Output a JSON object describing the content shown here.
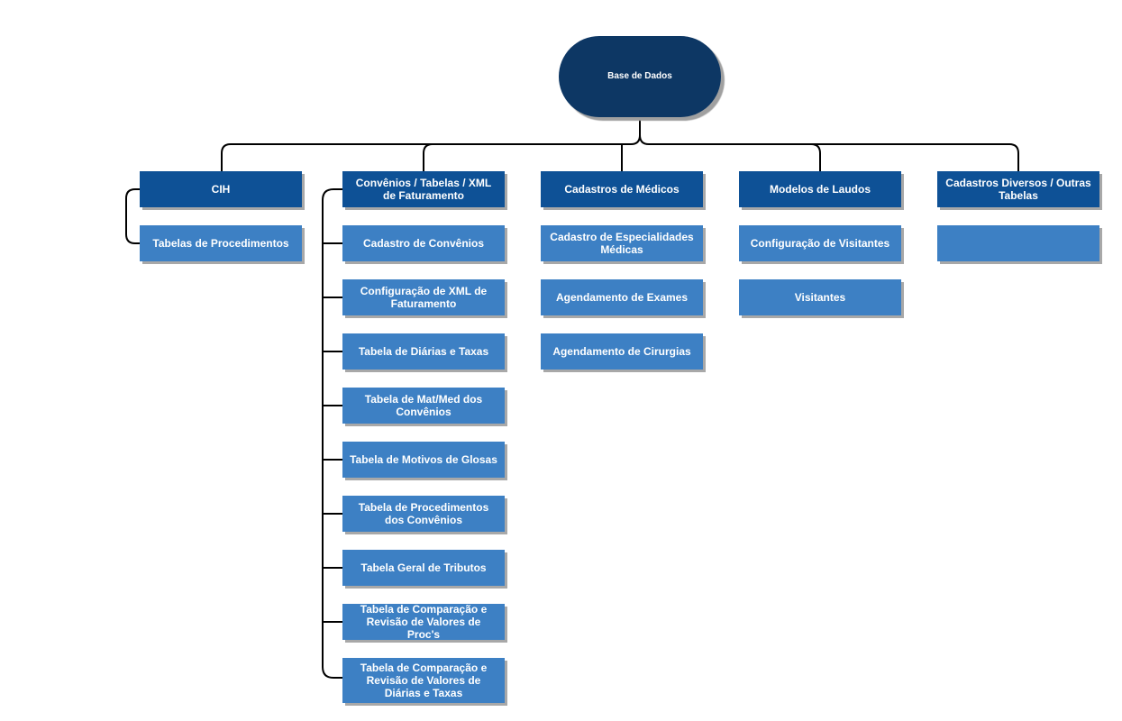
{
  "root": {
    "label": "Base de Dados"
  },
  "columns": [
    {
      "category": "CIH",
      "items": [
        "Tabelas de Procedimentos"
      ]
    },
    {
      "category": "Convênios / Tabelas / XML de Faturamento",
      "items": [
        "Cadastro de Convênios",
        "Configuração de XML de Faturamento",
        "Tabela de Diárias e Taxas",
        "Tabela de Mat/Med dos Convênios",
        "Tabela de Motivos de Glosas",
        "Tabela de Procedimentos dos Convênios",
        "Tabela Geral de Tributos",
        "Tabela de Comparação e Revisão de Valores de Proc's",
        "Tabela de Comparação e Revisão de Valores de Diárias e Taxas"
      ]
    },
    {
      "category": "Cadastros de Médicos",
      "items": [
        "Cadastro de Especialidades Médicas",
        "Agendamento de Exames",
        "Agendamento de Cirurgias"
      ]
    },
    {
      "category": "Modelos de Laudos",
      "items": [
        "Configuração de Visitantes",
        "Visitantes"
      ]
    },
    {
      "category": "Cadastros Diversos / Outras Tabelas",
      "items": [
        ""
      ]
    }
  ],
  "colors": {
    "root": "#0d3764",
    "category": "#0e5196",
    "item": "#3d80c4",
    "connector": "#000000"
  }
}
